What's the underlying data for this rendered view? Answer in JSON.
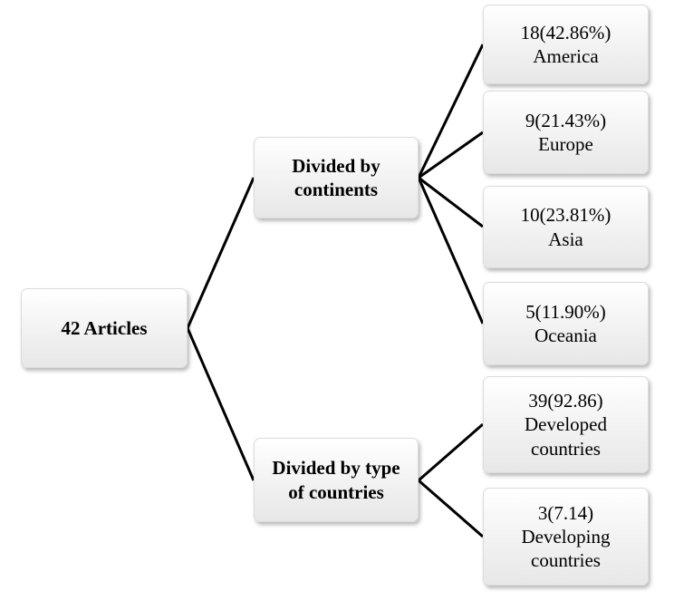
{
  "root": {
    "label": "42 Articles"
  },
  "branches": [
    {
      "label_lines": [
        "Divided by",
        "continents"
      ],
      "leaves": [
        {
          "value": "18(42.86%)",
          "name_lines": [
            "America"
          ]
        },
        {
          "value": "9(21.43%)",
          "name_lines": [
            "Europe"
          ]
        },
        {
          "value": "10(23.81%)",
          "name_lines": [
            "Asia"
          ]
        },
        {
          "value": "5(11.90%)",
          "name_lines": [
            "Oceania"
          ]
        }
      ]
    },
    {
      "label_lines": [
        "Divided by type",
        "of countries"
      ],
      "leaves": [
        {
          "value": "39(92.86)",
          "name_lines": [
            "Developed",
            "countries"
          ]
        },
        {
          "value": "3(7.14)",
          "name_lines": [
            "Developing",
            "countries"
          ]
        }
      ]
    }
  ],
  "colors": {
    "line": "#000000",
    "node_fill_top": "#ffffff",
    "node_fill_bottom": "#e7e7e7"
  }
}
